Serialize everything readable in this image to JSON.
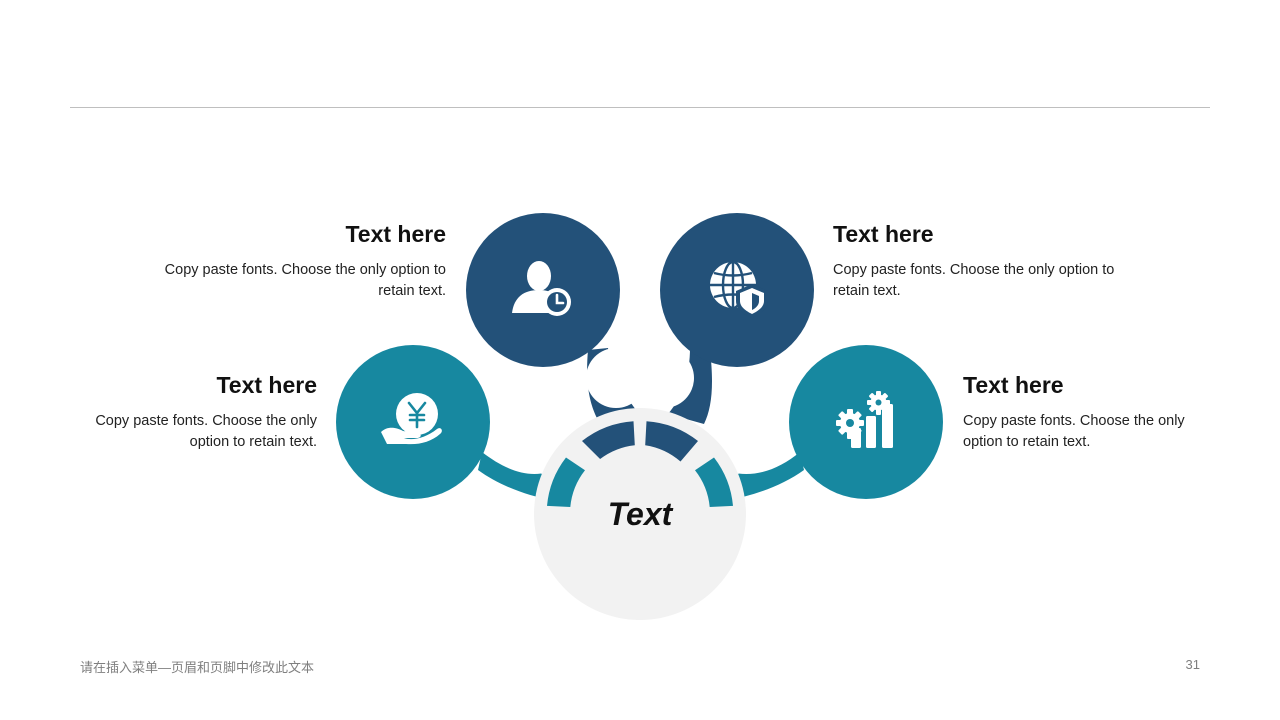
{
  "colors": {
    "navy": "#235179",
    "teal": "#1788A0",
    "hub": "#f2f2f2",
    "rule": "#bfbfbf"
  },
  "center": {
    "label": "Text"
  },
  "items": [
    {
      "title": "Text here",
      "body": "Copy paste fonts. Choose the only option to retain text.",
      "icon": "user-clock-icon"
    },
    {
      "title": "Text here",
      "body": "Copy paste fonts. Choose the only option to retain text.",
      "icon": "globe-shield-icon"
    },
    {
      "title": "Text here",
      "body": "Copy paste fonts. Choose the only option to retain text.",
      "icon": "hand-yen-coin-icon"
    },
    {
      "title": "Text here",
      "body": "Copy paste fonts. Choose the only option to retain text.",
      "icon": "gear-bar-chart-icon"
    }
  ],
  "footer": {
    "text": "请在插入菜单—页眉和页脚中修改此文本",
    "page_number": "31"
  }
}
